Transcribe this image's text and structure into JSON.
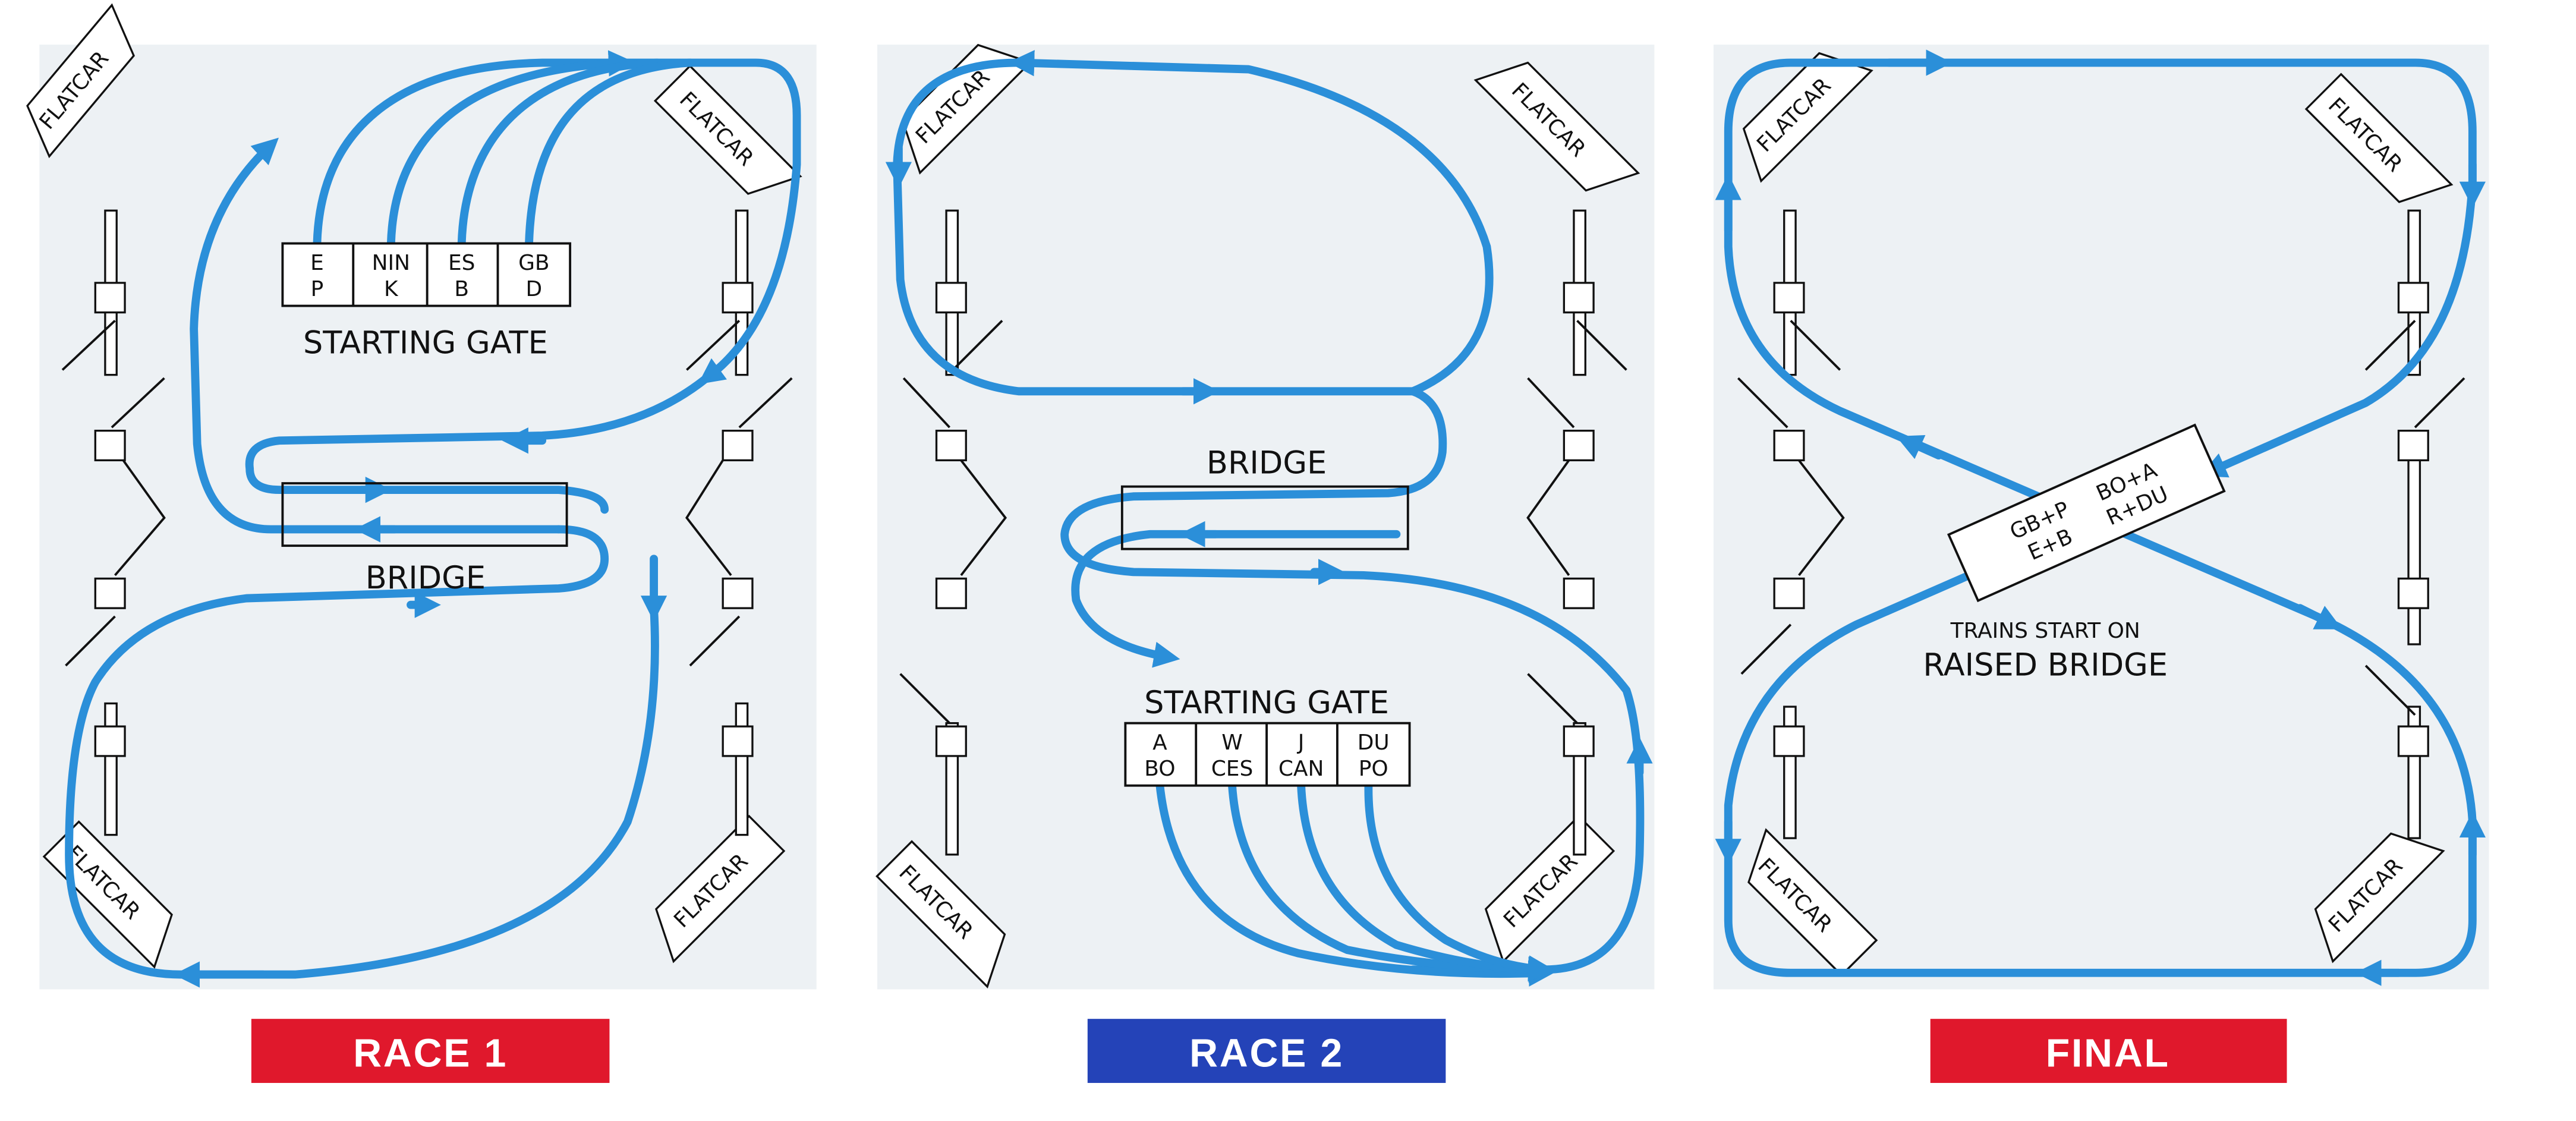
{
  "colors": {
    "track": "#2b8fd9",
    "race1_tag": "#e0182c",
    "race2_tag": "#2443b8",
    "final_tag": "#e0182c",
    "panel": "#edf1f4"
  },
  "common": {
    "flatcar": "FLATCAR",
    "bridge": "BRIDGE",
    "starting_gate": "STARTING GATE"
  },
  "race1": {
    "label": "RACE 1",
    "gate": [
      {
        "top": "E",
        "bottom": "P"
      },
      {
        "top": "NIN",
        "bottom": "K"
      },
      {
        "top": "ES",
        "bottom": "B"
      },
      {
        "top": "GB",
        "bottom": "D"
      }
    ]
  },
  "race2": {
    "label": "RACE 2",
    "gate": [
      {
        "top": "A",
        "bottom": "BO"
      },
      {
        "top": "W",
        "bottom": "CES"
      },
      {
        "top": "J",
        "bottom": "CAN"
      },
      {
        "top": "DU",
        "bottom": "PO"
      }
    ]
  },
  "final": {
    "label": "FINAL",
    "pairs": {
      "left_top": "GB+P",
      "left_bottom": "E+B",
      "right_top": "BO+A",
      "right_bottom": "R+DU"
    },
    "note_line1": "TRAINS START ON",
    "note_line2": "RAISED BRIDGE"
  }
}
